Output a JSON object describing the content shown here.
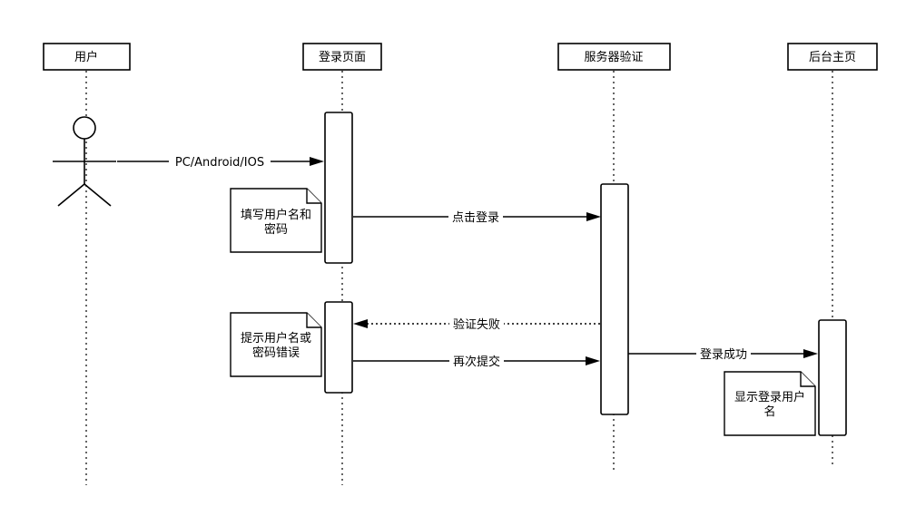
{
  "participants": [
    {
      "id": "user",
      "label": "用户"
    },
    {
      "id": "login",
      "label": "登录页面"
    },
    {
      "id": "server",
      "label": "服务器验证"
    },
    {
      "id": "home",
      "label": "后台主页"
    }
  ],
  "messages": [
    {
      "id": "m1",
      "label": "PC/Android/IOS",
      "from": "user",
      "to": "login",
      "style": "solid"
    },
    {
      "id": "m2",
      "label": "点击登录",
      "from": "login",
      "to": "server",
      "style": "solid"
    },
    {
      "id": "m3",
      "label": "验证失败",
      "from": "server",
      "to": "login",
      "style": "dashed"
    },
    {
      "id": "m4",
      "label": "再次提交",
      "from": "login",
      "to": "server",
      "style": "solid"
    },
    {
      "id": "m5",
      "label": "登录成功",
      "from": "server",
      "to": "home",
      "style": "solid"
    }
  ],
  "notes": [
    {
      "id": "n1",
      "lines": [
        "填写用户名和",
        "密码"
      ]
    },
    {
      "id": "n2",
      "lines": [
        "提示用户名或",
        "密码错误"
      ]
    },
    {
      "id": "n3",
      "lines": [
        "显示登录用户",
        "名"
      ]
    }
  ],
  "colors": {
    "stroke": "#000000",
    "background": "#ffffff"
  }
}
